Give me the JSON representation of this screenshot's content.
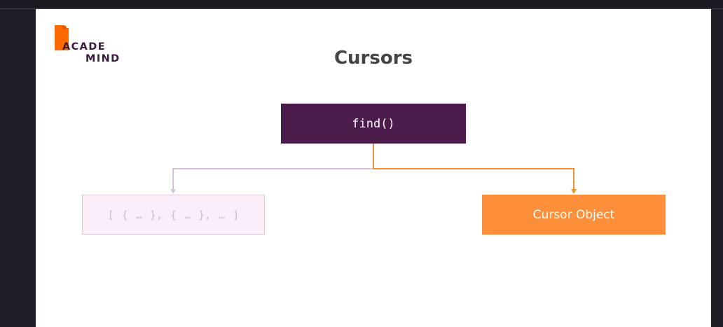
{
  "logo": {
    "line1": "ACADE",
    "line2": "MIND",
    "brand_color": "#3b1b3f",
    "accent_color": "#ff6a00"
  },
  "slide": {
    "title": "Cursors"
  },
  "diagram": {
    "source": {
      "label": "find()",
      "color": "#4a1b4b"
    },
    "targets": [
      {
        "label": "[ { … }, { … }, … ]",
        "style": "faded",
        "fill": "#f9eef9",
        "connector_color": "#d7c4d7"
      },
      {
        "label": "Cursor Object",
        "style": "highlighted",
        "fill": "#fd8f3b",
        "connector_color": "#f39233"
      }
    ]
  },
  "colors": {
    "page_background": "#1e1f26",
    "slide_background": "#ffffff",
    "title_text": "#444444"
  }
}
